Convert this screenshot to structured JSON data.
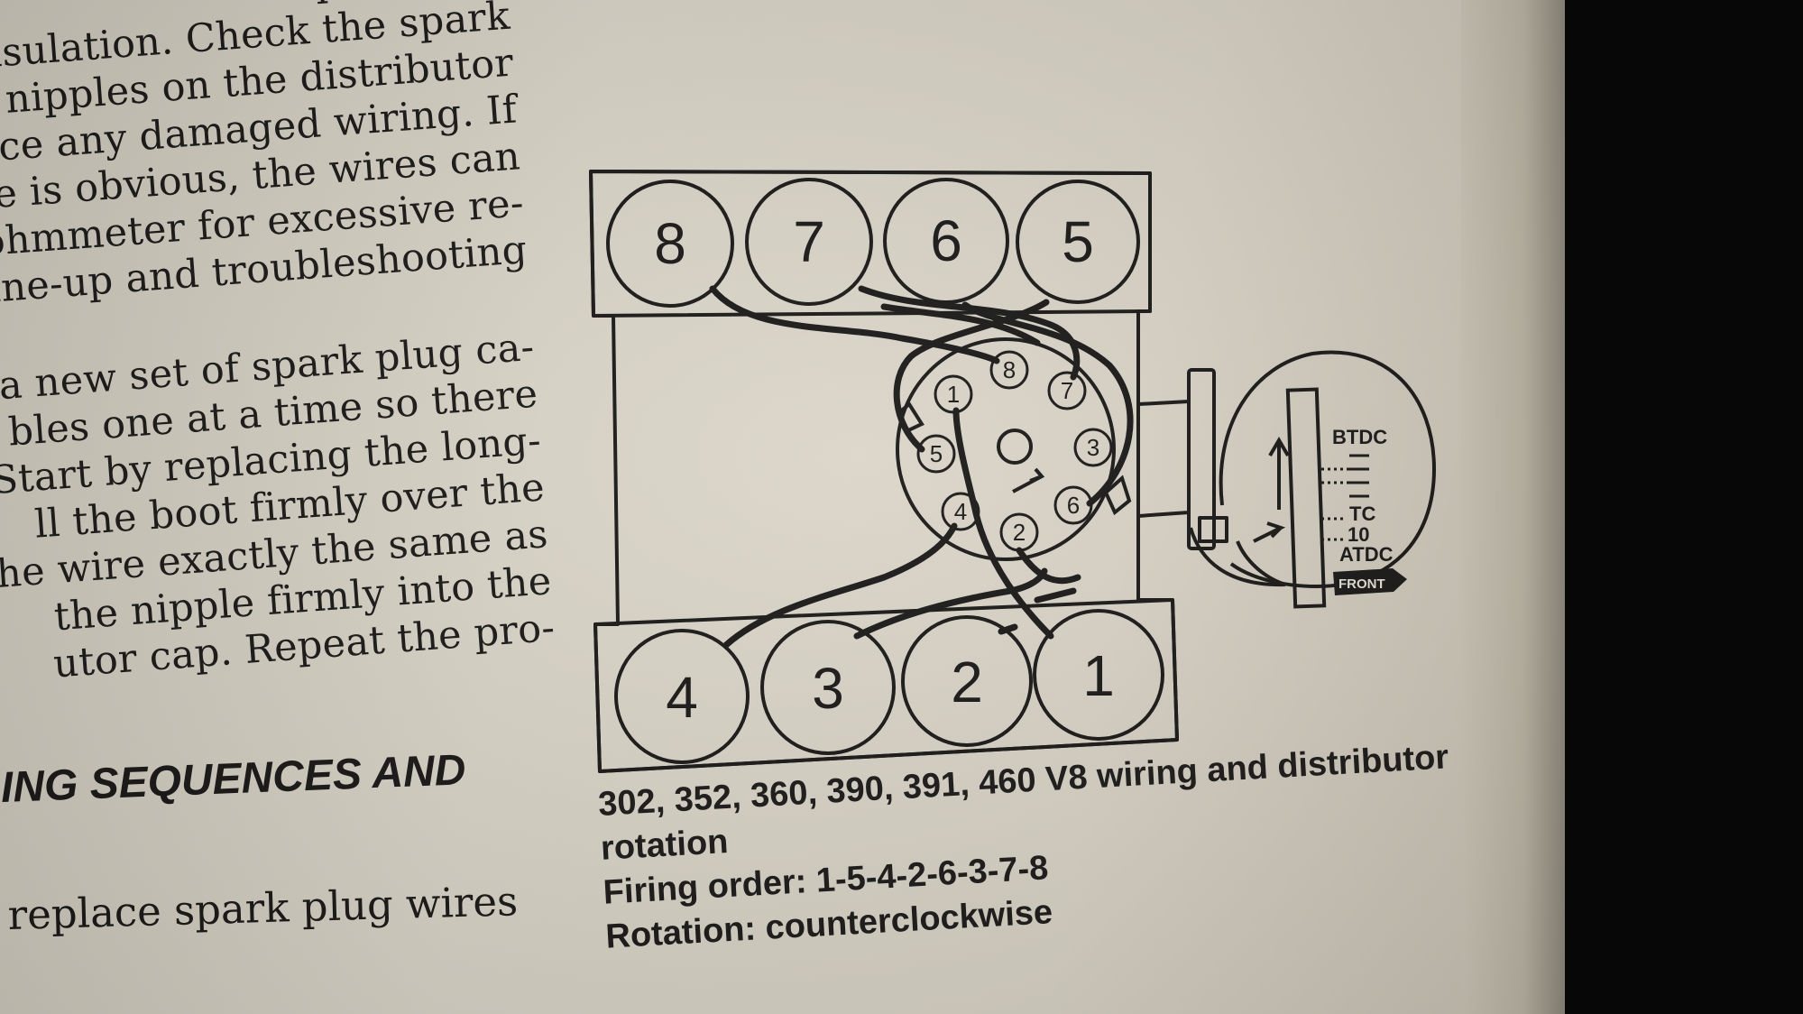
{
  "body_text": {
    "lines": [
      "e spark plug",
      "he insulation. Check the spark",
      "e nipples on the distributor",
      "ace any damaged wiring. If",
      "e is obvious, the wires can",
      "ohmmeter for excessive re-",
      "une-up and troubleshooting",
      "a new set of spark plug ca-",
      "bles one at a time so there",
      "Start by replacing the long-",
      "ll the boot firmly over the",
      "he wire exactly the same as",
      "the nipple firmly into the",
      "utor cap. Repeat the pro-"
    ]
  },
  "section_heading": "ING SEQUENCES AND",
  "last_line": "replace spark plug wires",
  "diagram": {
    "top_cylinders": [
      "8",
      "7",
      "6",
      "5"
    ],
    "bottom_cylinders": [
      "4",
      "3",
      "2",
      "1"
    ],
    "distributor_terminals": [
      "8",
      "7",
      "1",
      "5",
      "3",
      "6",
      "4",
      "2"
    ],
    "timing_marks": {
      "btdc": "BTDC",
      "tc": "TC",
      "ten": "10",
      "atdc": "ATDC",
      "front": "FRONT"
    }
  },
  "caption": {
    "line1": "302, 352, 360, 390, 391, 460 V8 wiring and distributor",
    "line2": "rotation",
    "line3": "Firing order: 1-5-4-2-6-3-7-8",
    "line4": "Rotation: counterclockwise"
  },
  "colors": {
    "paper": "#d9d4c6",
    "ink": "#1a1918",
    "background": "#0b0b0b"
  }
}
